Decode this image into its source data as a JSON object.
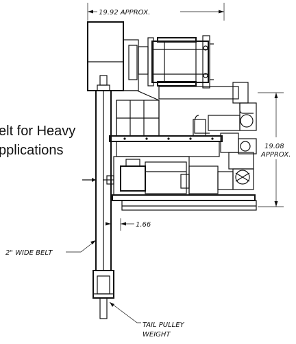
{
  "labels": {
    "caption_line1": "elt for Heavy",
    "caption_line2": "pplications",
    "width_dim": "19.92  APPROX.",
    "height_dim_value": "19.08",
    "height_dim_approx": "APPROX.",
    "offset_dim": "1.66",
    "belt_callout": "2\"  WIDE  BELT",
    "tail_line1": "TAIL  PULLEY",
    "tail_line2": "WEIGHT"
  }
}
